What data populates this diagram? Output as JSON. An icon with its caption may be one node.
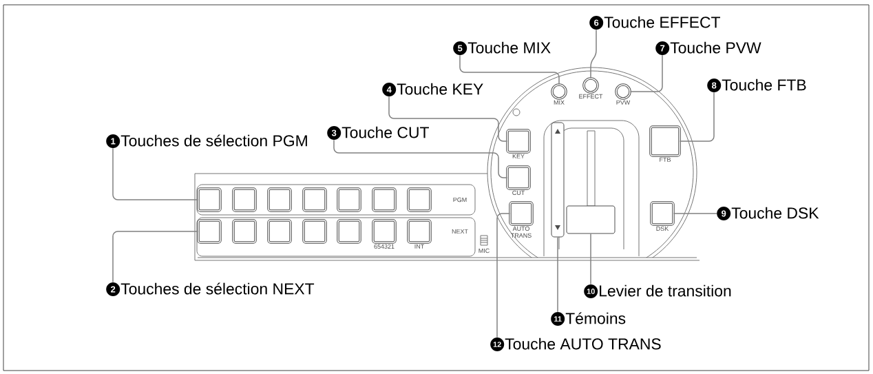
{
  "diagram": {
    "nodes": [
      {
        "text": [
          "1",
          "Touches de sélection PGM"
        ]
      },
      {
        "text": [
          "2",
          "Touches de sélection NEXT"
        ]
      },
      {
        "text": [
          "3",
          "Touche CUT"
        ]
      },
      {
        "text": [
          "4",
          "Touche KEY"
        ]
      },
      {
        "text": [
          "5",
          "Touche MIX"
        ]
      },
      {
        "text": [
          "6",
          "Touche EFFECT"
        ]
      },
      {
        "text": [
          "7",
          "Touche PVW"
        ]
      },
      {
        "text": [
          "8",
          "Touche FTB"
        ]
      },
      {
        "text": [
          "9",
          "Touche DSK"
        ]
      },
      {
        "text": [
          "10",
          "Levier de transition"
        ]
      },
      {
        "text": [
          "11",
          "Témoins"
        ]
      },
      {
        "text": [
          "12",
          "Touche AUTO TRANS"
        ]
      },
      {
        "text": [],
        "shape": "box"
      },
      {
        "text": [],
        "shape": "box"
      },
      {
        "text": [],
        "shape": "box",
        "beside": [
          "CUT"
        ]
      },
      {
        "text": [],
        "shape": "box",
        "beside": [
          "KEY"
        ]
      },
      {
        "text": [],
        "shape": "circle",
        "beside": [
          "MIX"
        ]
      },
      {
        "text": [],
        "shape": "circle",
        "beside": [
          "EFFECT"
        ]
      },
      {
        "text": [],
        "shape": "circle",
        "beside": [
          "PVW"
        ]
      },
      {
        "text": [],
        "shape": "box",
        "beside": [
          "FTB"
        ]
      },
      {
        "text": [],
        "shape": "box",
        "beside": [
          "DSK"
        ]
      },
      {
        "text": [],
        "shape": "box"
      },
      {
        "text": [],
        "shape": "bar"
      },
      {
        "text": [],
        "shape": "box",
        "beside": [
          "AUTO TRANS"
        ]
      },
      {
        "text": [],
        "shape": "box"
      },
      {
        "text": [],
        "shape": "box"
      },
      {
        "text": [],
        "shape": "box"
      },
      {
        "text": [],
        "shape": "box"
      },
      {
        "text": [],
        "shape": "box"
      },
      {
        "text": [],
        "shape": "box"
      },
      {
        "text": [],
        "shape": "box"
      },
      {
        "text": [],
        "shape": "box"
      },
      {
        "text": [],
        "shape": "box"
      },
      {
        "text": [],
        "shape": "box"
      },
      {
        "text": [],
        "shape": "box",
        "beside": [
          "654321"
        ]
      },
      {
        "text": [],
        "shape": "box",
        "beside": [
          "INT"
        ]
      }
    ],
    "edges": [
      {
        "from": 0,
        "to": 12,
        "arrow": "none"
      },
      {
        "from": 1,
        "to": 13,
        "arrow": "none"
      },
      {
        "from": 2,
        "to": 14,
        "arrow": "none"
      },
      {
        "from": 3,
        "to": 15,
        "arrow": "none"
      },
      {
        "from": 4,
        "to": 16,
        "arrow": "none"
      },
      {
        "from": 5,
        "to": 17,
        "arrow": "none"
      },
      {
        "from": 6,
        "to": 18,
        "arrow": "none"
      },
      {
        "from": 7,
        "to": 19,
        "arrow": "none"
      },
      {
        "from": 8,
        "to": 20,
        "arrow": "none"
      },
      {
        "from": 9,
        "to": 21,
        "arrow": "none"
      },
      {
        "from": 10,
        "to": 22,
        "arrow": "none"
      },
      {
        "from": 11,
        "to": 23,
        "arrow": "none"
      }
    ],
    "labels": [
      "PGM",
      "NEXT",
      "MIC"
    ]
  }
}
